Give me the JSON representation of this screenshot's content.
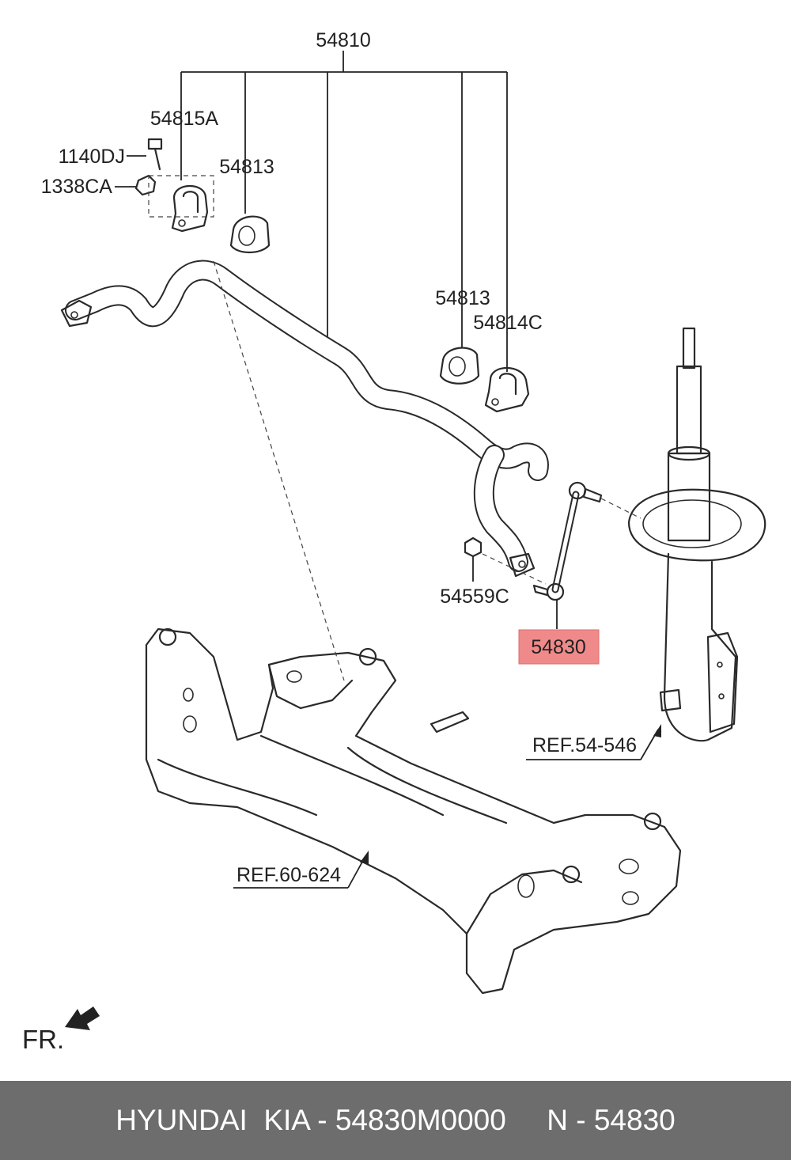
{
  "labels": {
    "assembly": "54810",
    "bracket_a": "54815A",
    "bolt": "1140DJ",
    "nut": "1338CA",
    "bushing_left": "54813",
    "bushing_right": "54813",
    "bracket_c": "54814C",
    "nut_lower": "54559C",
    "link": "54830",
    "ref_strut": "REF.54-546",
    "ref_subframe": "REF.60-624",
    "front": "FR."
  },
  "highlight_color": "#f08a8a",
  "footer": {
    "text": "HYUNDAI  KIA - 54830M0000     N - 54830"
  }
}
